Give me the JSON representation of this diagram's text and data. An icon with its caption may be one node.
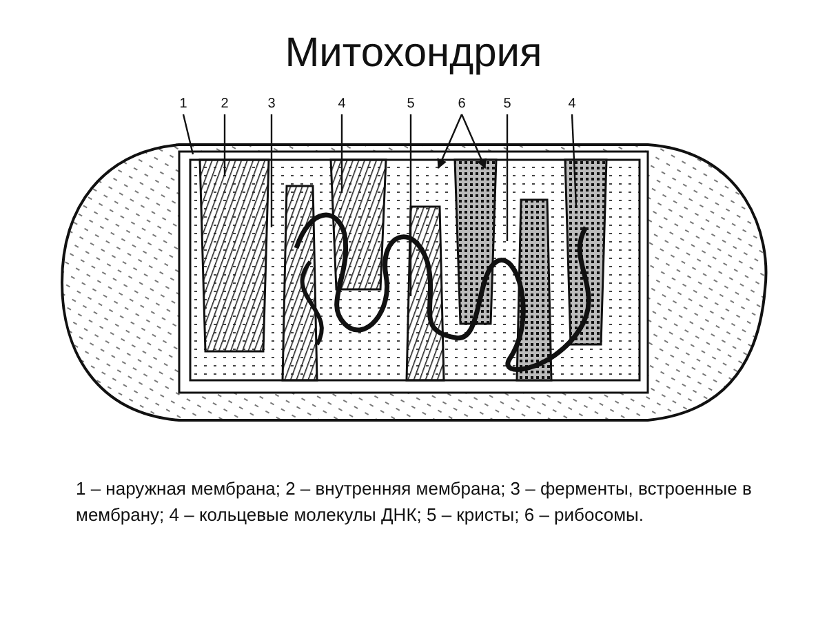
{
  "diagram": {
    "title": "Митохондрия",
    "caption": "1 – наружная мембрана; 2 – внутренняя мембрана; 3 – ферменты, встроенные в мембрану; 4 – кольцевые молекулы ДНК; 5 – кристы; 6 – рибосомы.",
    "nodes": [
      {
        "text": [
          "1"
        ]
      },
      {
        "text": [
          "2"
        ]
      },
      {
        "text": [
          "3"
        ]
      },
      {
        "text": [
          "4"
        ]
      },
      {
        "text": [
          "5"
        ]
      },
      {
        "text": [
          "6"
        ]
      },
      {
        "text": [
          "5"
        ]
      },
      {
        "text": [
          "4"
        ]
      }
    ],
    "edges": [
      {
        "from": 0,
        "to": null,
        "arrow": "none"
      },
      {
        "from": 1,
        "to": null,
        "arrow": "none"
      },
      {
        "from": 2,
        "to": null,
        "arrow": "none"
      },
      {
        "from": 3,
        "to": null,
        "arrow": "none"
      },
      {
        "from": 4,
        "to": null,
        "arrow": "none"
      },
      {
        "from": 5,
        "to": null,
        "arrow": "to"
      },
      {
        "from": 5,
        "to": null,
        "arrow": "to"
      },
      {
        "from": 6,
        "to": null,
        "arrow": "none"
      },
      {
        "from": 7,
        "to": null,
        "arrow": "none"
      }
    ]
  }
}
